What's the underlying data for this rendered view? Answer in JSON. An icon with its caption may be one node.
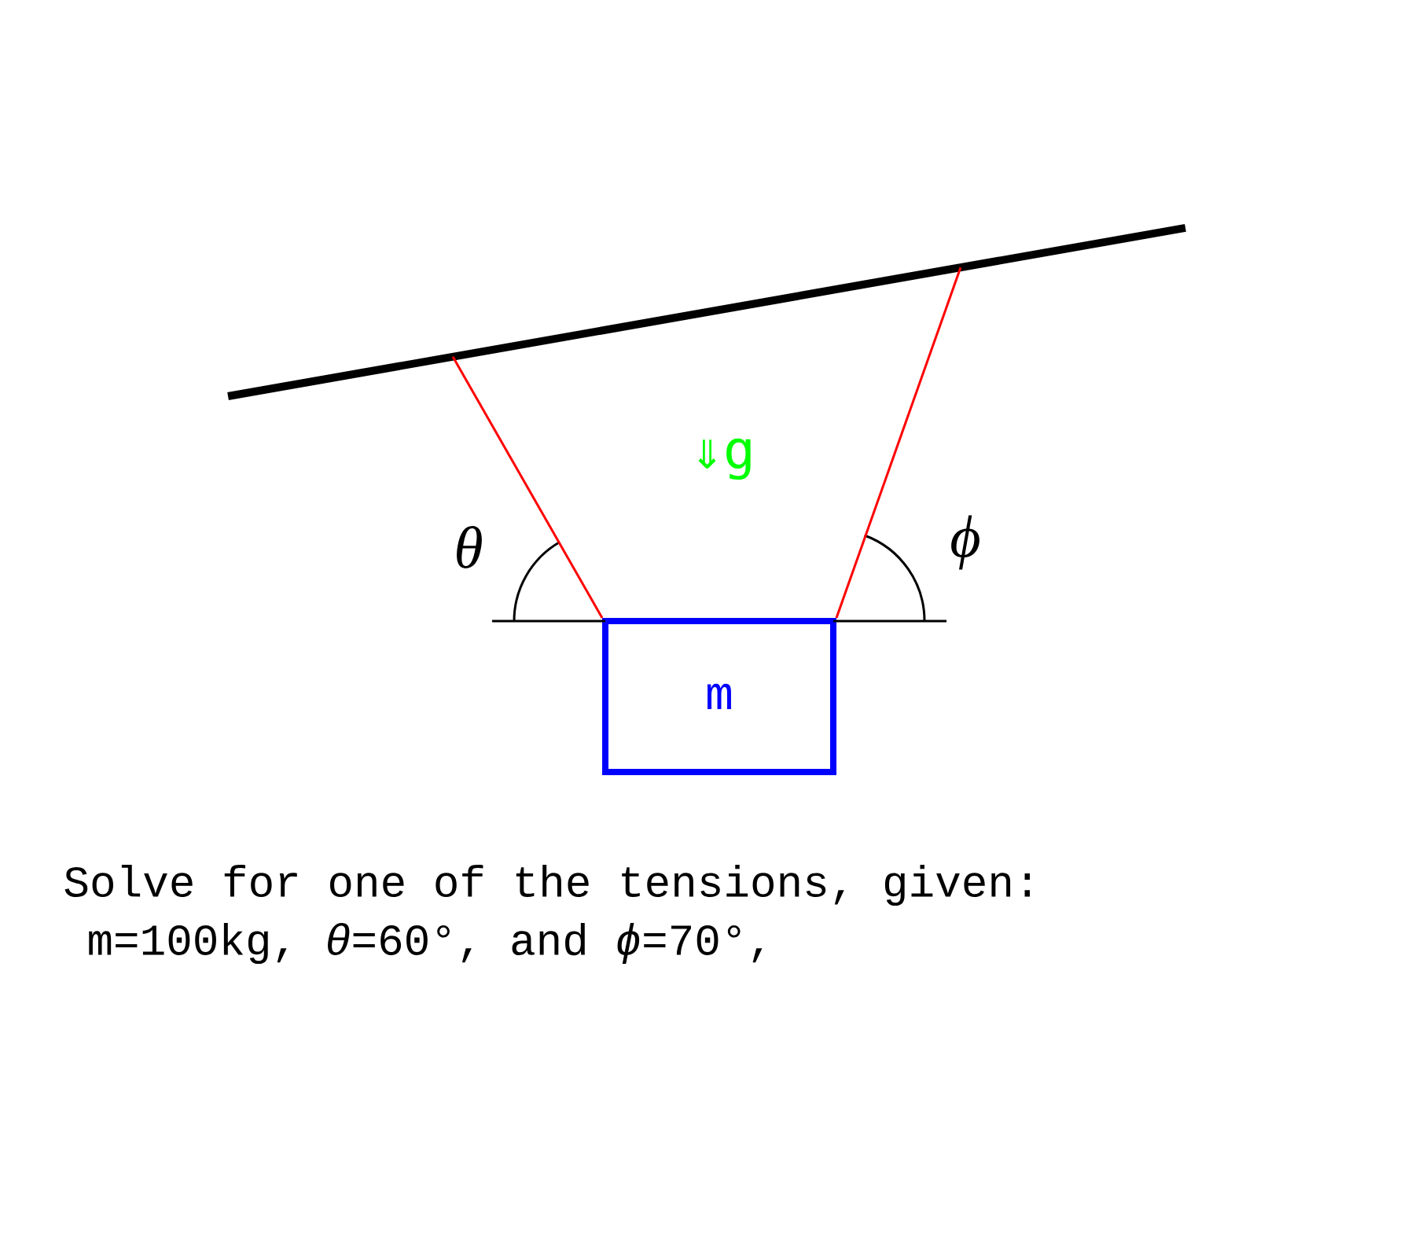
{
  "diagram": {
    "nodes": [
      {
        "text": [],
        "shape": "bar"
      },
      {
        "text": [
          "m"
        ]
      }
    ],
    "edges": [
      {
        "from": 0,
        "to": 1,
        "arrow": "none",
        "color": "#ff0000"
      },
      {
        "from": 0,
        "to": 1,
        "arrow": "none",
        "color": "#ff0000"
      }
    ],
    "labels": [
      "θ",
      "ϕ",
      "⇓g",
      "Solve for one of the tensions, given:",
      "m=100kg, *θ*=60°, and *ϕ*=70°,"
    ]
  }
}
